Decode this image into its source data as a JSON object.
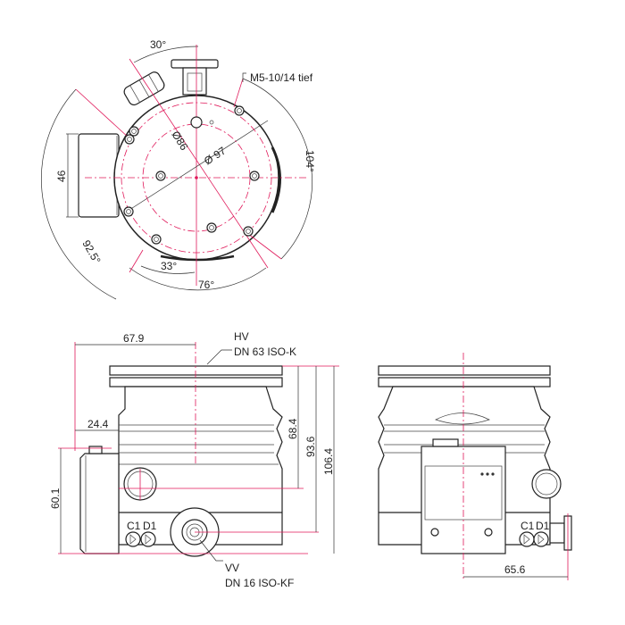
{
  "top_view": {
    "angle_top": "30°",
    "thread_callout": "M5-10/14 tief",
    "dia_inner": "Ø86",
    "dia_outer": "Ø 97",
    "angle_right": "104°",
    "height_left": "46",
    "angle_left": "92.5°",
    "angle_bottom_small": "33°",
    "angle_bottom": "76°"
  },
  "side_view": {
    "width_top": "67.9",
    "hv_label": "HV",
    "hv_flange": "DN 63 ISO-K",
    "offset": "24.4",
    "h1": "68.4",
    "h2": "93.6",
    "h3": "106.4",
    "height_left": "60.1",
    "vv_label": "VV",
    "vv_flange": "DN 16 ISO-KF",
    "port_c1": "C1",
    "port_d1": "D1"
  },
  "front_view": {
    "width_right": "65.6",
    "port_c1": "C1",
    "port_d1": "D1"
  },
  "colors": {
    "centerline": "#e0195a",
    "outline": "#222222"
  }
}
